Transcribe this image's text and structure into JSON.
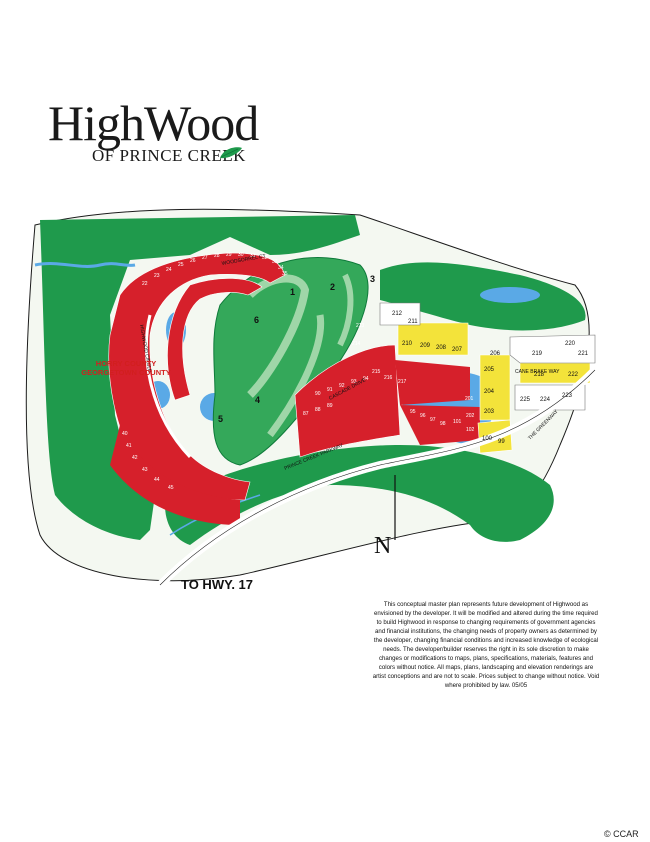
{
  "logo": {
    "word": "HighWood",
    "sub": "OF PRINCE   CREEK"
  },
  "map": {
    "county_line": [
      "HORRY COUNTY",
      "GEORGETOWN COUNTY"
    ],
    "roads": [
      "PRINCE CREEK PARKWAY",
      "CASCADE DRIVE",
      "CANE BRAKE WAY",
      "THE GREENWAY",
      "PRINCE CREEK PARKWAY",
      "HIGHWOOD CIRCLE",
      "WOODSORREL CT"
    ],
    "to_hwy": "TO HWY. 17",
    "north": "N",
    "holes": [
      "1",
      "2",
      "3",
      "4",
      "5",
      "6"
    ],
    "lots": {
      "yellow": [
        "210",
        "209",
        "208",
        "207",
        "205",
        "204",
        "203",
        "218",
        "222",
        "100",
        "99"
      ],
      "white": [
        "212",
        "211",
        "206",
        "219",
        "220",
        "221",
        "225",
        "224",
        "223"
      ],
      "red": [
        "213",
        "214",
        "215",
        "216",
        "217",
        "201",
        "202",
        "102",
        "101",
        "98",
        "97",
        "96",
        "95",
        "90",
        "91",
        "92",
        "93",
        "94",
        "87",
        "88",
        "89",
        "40",
        "41",
        "42",
        "43",
        "44",
        "45",
        "22",
        "23",
        "24",
        "25",
        "26",
        "27",
        "28",
        "29",
        "30",
        "31",
        "32",
        "33",
        "34",
        "35"
      ]
    }
  },
  "disclaimer": "This conceptual master plan represents future development of Highwood as envisioned by the developer. It will be modified and altered during the time required to build Highwood in response to changing requirements of government agencies and financial institutions, the changing needs of property owners as determined by the developer, changing financial conditions and increased knowledge of ecological needs. The developer/builder reserves the right in its sole discretion to make changes or modifications to maps, plans, specifications, materials, features and colors without notice. All maps, plans, landscaping and elevation renderings are artist conceptions and are not to scale. Prices subject to change without notice. Void where prohibited by law. 05/05",
  "watermark": "© CCAR",
  "colors": {
    "forest": "#1f9a4c",
    "dark_green": "#0e7a3a",
    "fairway": "#34a85a",
    "lot_red": "#d6202b",
    "lot_yellow": "#f3e33a",
    "water": "#5aa9e6",
    "road": "#ffffff"
  }
}
